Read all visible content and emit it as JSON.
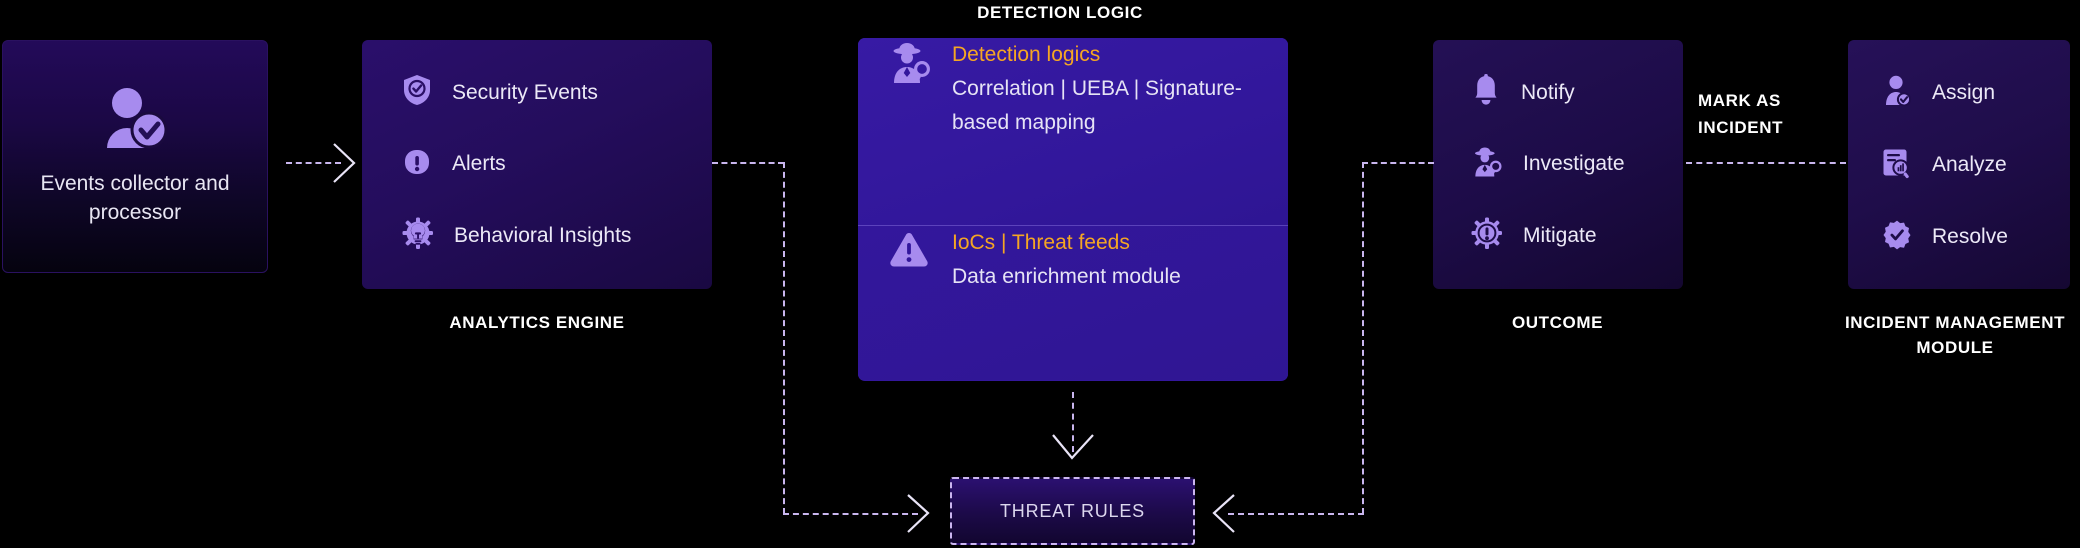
{
  "captions": {
    "detection_logic": "DETECTION LOGIC",
    "analytics_engine": "ANALYTICS ENGINE",
    "outcome": "OUTCOME",
    "incident_management": "INCIDENT MANAGEMENT MODULE",
    "mark_as_incident": "MARK AS\nINCIDENT"
  },
  "events_collector": {
    "label": "Events collector and processor",
    "icon": "user-verified-icon"
  },
  "analytics_engine": {
    "items": [
      {
        "label": "Security Events",
        "icon": "shield-check-icon"
      },
      {
        "label": "Alerts",
        "icon": "alert-exclamation-icon"
      },
      {
        "label": "Behavioral Insights",
        "icon": "lightbulb-gear-icon"
      }
    ]
  },
  "detection_logic": {
    "segments": [
      {
        "icon": "detective-magnifier-icon",
        "title": "Detection logics",
        "subtitle": "Correlation | UEBA | Signature-based mapping"
      },
      {
        "icon": "warning-triangle-icon",
        "title": "IoCs | Threat feeds",
        "subtitle": "Data enrichment module"
      }
    ]
  },
  "outcome": {
    "items": [
      {
        "label": "Notify",
        "icon": "bell-icon"
      },
      {
        "label": "Investigate",
        "icon": "detective-magnifier-icon"
      },
      {
        "label": "Mitigate",
        "icon": "gear-alert-icon"
      }
    ]
  },
  "incident_management": {
    "items": [
      {
        "label": "Assign",
        "icon": "user-check-icon"
      },
      {
        "label": "Analyze",
        "icon": "report-magnifier-icon"
      },
      {
        "label": "Resolve",
        "icon": "verified-badge-icon"
      }
    ]
  },
  "threat_rules": {
    "label": "THREAT RULES"
  },
  "colors": {
    "background": "#000000",
    "accent_orange": "#f5a623",
    "icon_purple": "#a78bee",
    "highlight_card": "#33179c",
    "dark_card": "#1f0b4e",
    "connector": "#c9b6ee",
    "text_primary": "#ece9f7",
    "caption_text": "#ffffff"
  }
}
